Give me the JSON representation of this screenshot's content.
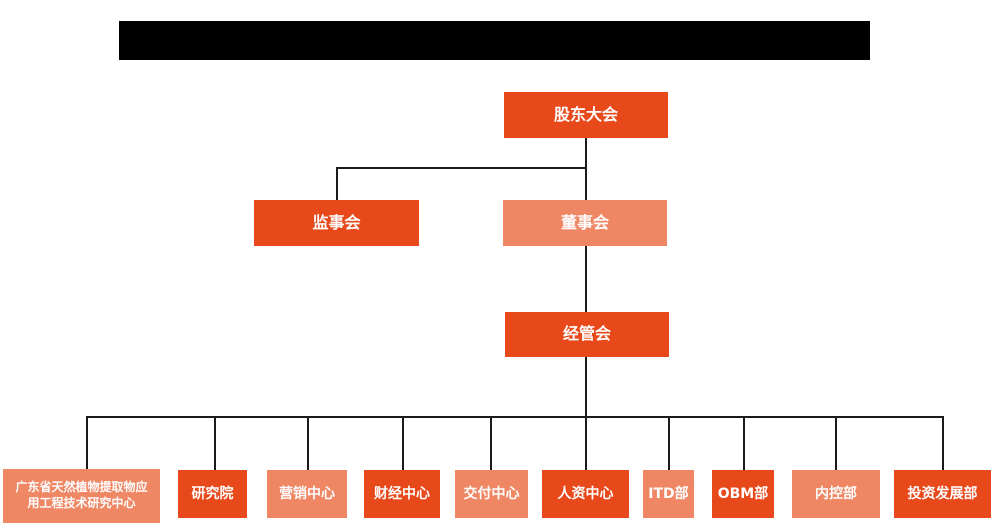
{
  "colors": {
    "primary": "#E8491B",
    "secondary": "#EF8765",
    "line": "#1a1a1a",
    "background": "#ffffff",
    "text": "#fdfdfd"
  },
  "org_chart": {
    "level1": {
      "label": "股东大会",
      "variant": "primary"
    },
    "level2": [
      {
        "label": "监事会",
        "variant": "primary"
      },
      {
        "label": "董事会",
        "variant": "secondary"
      }
    ],
    "level3": {
      "label": "经管会",
      "variant": "primary"
    },
    "level4": [
      {
        "label": "广东省天然植物提取物应用工程技术研究中心",
        "variant": "secondary"
      },
      {
        "label": "研究院",
        "variant": "primary"
      },
      {
        "label": "营销中心",
        "variant": "secondary"
      },
      {
        "label": "财经中心",
        "variant": "primary"
      },
      {
        "label": "交付中心",
        "variant": "secondary"
      },
      {
        "label": "人资中心",
        "variant": "primary"
      },
      {
        "label": "ITD部",
        "variant": "secondary"
      },
      {
        "label": "OBM部",
        "variant": "primary"
      },
      {
        "label": "内控部",
        "variant": "secondary"
      },
      {
        "label": "投资发展部",
        "variant": "primary"
      }
    ]
  }
}
